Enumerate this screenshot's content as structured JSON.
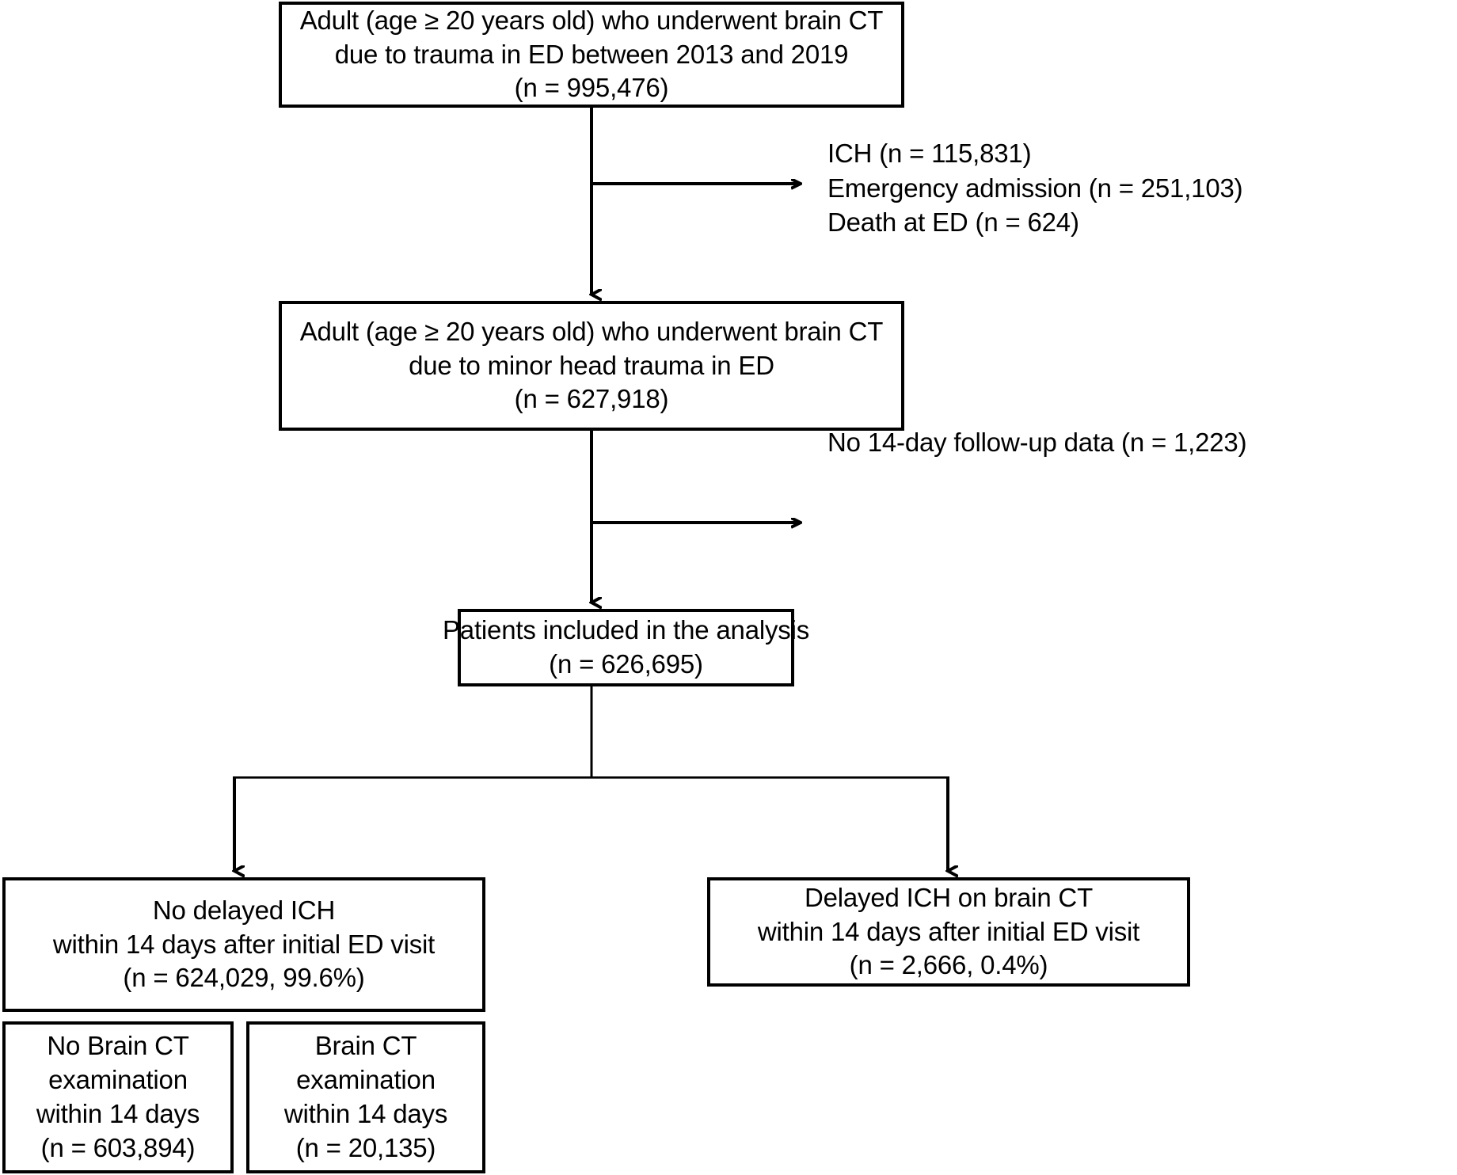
{
  "figure": {
    "type": "flowchart",
    "title": "Study population selection flow diagram",
    "orientation": "top-to-bottom"
  },
  "nodes": {
    "source": {
      "lines": [
        "Adult (age ≥ 20 years old) who underwent brain CT",
        "due to trauma in ED between 2013 and 2019",
        "(n = 995,476)"
      ],
      "n": 995476
    },
    "eligible": {
      "lines": [
        "Adult (age ≥ 20 years old) who underwent brain CT",
        "due to minor head trauma in ED",
        "(n = 627,918)"
      ],
      "n": 627918
    },
    "included": {
      "lines": [
        "Patients included in the analysis",
        "(n = 626,695)"
      ],
      "n": 626695
    },
    "no_delayed_ich": {
      "lines": [
        "No delayed ICH",
        "within 14 days after initial ED visit",
        "(n = 624,029, 99.6%)"
      ],
      "n": 624029,
      "percent": 99.6
    },
    "delayed_ich": {
      "lines": [
        "Delayed ICH on brain CT",
        "within 14 days after initial ED visit",
        "(n = 2,666, 0.4%)"
      ],
      "n": 2666,
      "percent": 0.4
    },
    "no_brain_ct": {
      "lines": [
        "No Brain CT",
        "examination",
        "within 14 days",
        "(n = 603,894)"
      ],
      "n": 603894
    },
    "brain_ct": {
      "lines": [
        "Brain CT",
        "examination",
        "within 14 days",
        "(n = 20,135)"
      ],
      "n": 20135
    }
  },
  "exclusions": {
    "first": {
      "lines": [
        "ICH (n = 115,831)",
        "Emergency admission (n = 251,103)",
        "Death at ED (n = 624)"
      ],
      "items": [
        {
          "label": "ICH",
          "n": 115831
        },
        {
          "label": "Emergency admission",
          "n": 251103
        },
        {
          "label": "Death at ED",
          "n": 624
        }
      ]
    },
    "second": {
      "lines": [
        "No 14-day follow-up data (n = 1,223)"
      ],
      "items": [
        {
          "label": "No 14-day follow-up data",
          "n": 1223
        }
      ]
    }
  },
  "style": {
    "stroke": "#000000",
    "background": "#ffffff",
    "text": "#000000"
  }
}
